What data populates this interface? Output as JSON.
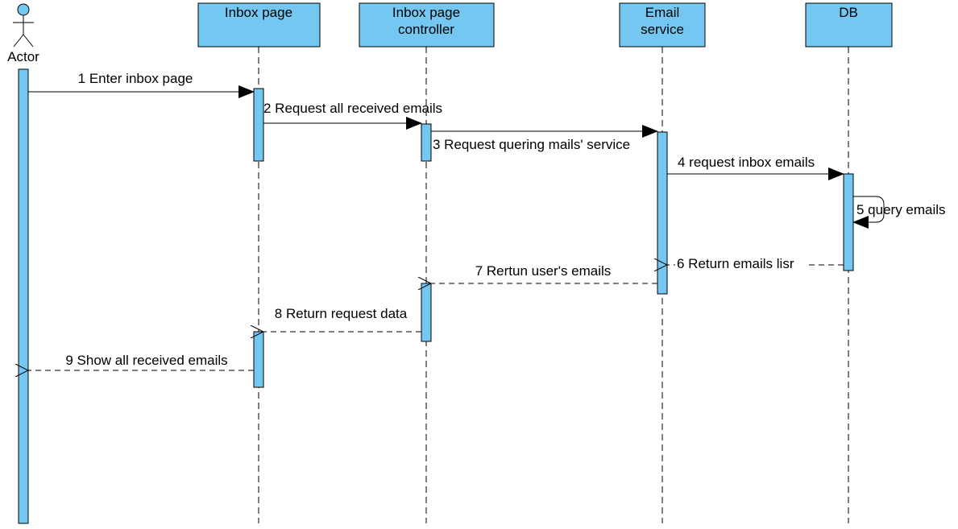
{
  "colors": {
    "fill": "#73c7f0",
    "stroke": "#000000",
    "background": "#ffffff"
  },
  "actor": {
    "label": "Actor"
  },
  "lifelines": {
    "inbox_page": {
      "line1": "Inbox page",
      "line2": ""
    },
    "controller": {
      "line1": "Inbox page",
      "line2": "controller"
    },
    "email_service": {
      "line1": "Email",
      "line2": "service"
    },
    "db": {
      "line1": "DB",
      "line2": ""
    }
  },
  "messages": [
    {
      "label": "1 Enter inbox page",
      "kind": "sync"
    },
    {
      "label": "2 Request all received emails",
      "kind": "sync"
    },
    {
      "label": "3 Request quering mails' service",
      "kind": "sync"
    },
    {
      "label": "4 request inbox emails",
      "kind": "sync"
    },
    {
      "label": "5 query emails",
      "kind": "self"
    },
    {
      "label": "6 Return emails lisr",
      "kind": "return"
    },
    {
      "label": "7 Rertun user's emails",
      "kind": "return"
    },
    {
      "label": "8 Return request data",
      "kind": "return"
    },
    {
      "label": "9 Show all received emails",
      "kind": "return"
    }
  ]
}
